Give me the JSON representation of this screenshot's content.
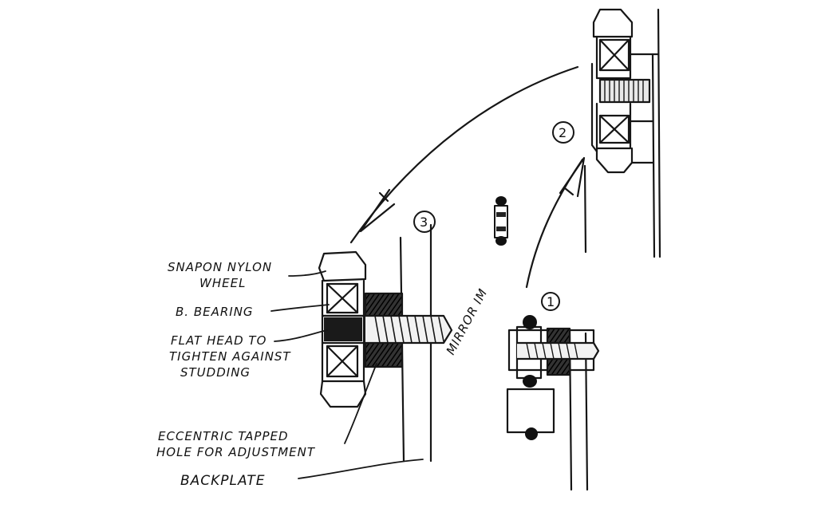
{
  "labels": {
    "snapon_line1": "SNAPON NYLON",
    "snapon_line2": "WHEEL",
    "bearing": "B. BEARING",
    "flathead_line1": "FLAT HEAD TO",
    "flathead_line2": "TIGHTEN AGAINST",
    "flathead_line3": "STUDDING",
    "mirror": "MIRROR IM",
    "eccentric_line1": "ECCENTRIC TAPPED",
    "eccentric_line2": "HOLE FOR ADJUSTMENT",
    "backplate": "BACKPLATE"
  },
  "steps": [
    "1",
    "2",
    "3"
  ],
  "ink_color": "#161616"
}
